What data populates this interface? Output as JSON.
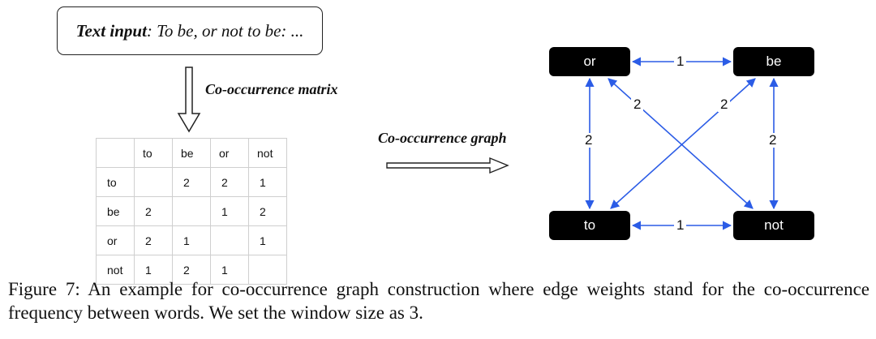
{
  "text_input": {
    "label": "Text input",
    "value": ": To be, or not to be: ..."
  },
  "labels": {
    "cooccurrence_matrix": "Co-occurrence matrix",
    "cooccurrence_graph": "Co-occurrence graph"
  },
  "matrix": {
    "headers": [
      "",
      "to",
      "be",
      "or",
      "not"
    ],
    "rows": [
      [
        "to",
        "",
        "2",
        "2",
        "1"
      ],
      [
        "be",
        "2",
        "",
        "1",
        "2"
      ],
      [
        "or",
        "2",
        "1",
        "",
        "1"
      ],
      [
        "not",
        "1",
        "2",
        "1",
        ""
      ]
    ]
  },
  "graph": {
    "nodes": [
      {
        "id": "or",
        "label": "or"
      },
      {
        "id": "be",
        "label": "be"
      },
      {
        "id": "to",
        "label": "to"
      },
      {
        "id": "not",
        "label": "not"
      }
    ],
    "edges": [
      {
        "from": "or",
        "to": "be",
        "weight": "1"
      },
      {
        "from": "to",
        "to": "not",
        "weight": "1"
      },
      {
        "from": "or",
        "to": "to",
        "weight": "2"
      },
      {
        "from": "be",
        "to": "not",
        "weight": "2"
      },
      {
        "from": "or",
        "to": "not",
        "weight": "2"
      },
      {
        "from": "be",
        "to": "to",
        "weight": "2"
      }
    ],
    "edge_color": "#2b5ce6",
    "node_color": "#000000"
  },
  "caption": "Figure 7: An example for co-occurrence graph construction where edge weights stand for the co-occurrence frequency between words. We set the window size as 3."
}
